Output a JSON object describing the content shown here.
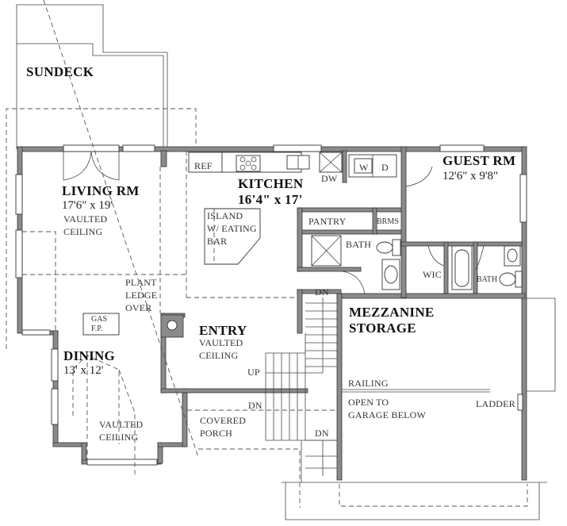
{
  "plan": {
    "rooms": {
      "sundeck": {
        "name": "SUNDECK"
      },
      "living": {
        "name": "LIVING RM",
        "size": "17'6\" x 19'",
        "note1": "VAULTED",
        "note2": "CEILING"
      },
      "kitchen": {
        "name": "KITCHEN",
        "size": "16'4\" x 17'"
      },
      "guest": {
        "name": "GUEST RM",
        "size": "12'6\" x 9'8\""
      },
      "mezzanine": {
        "name1": "MEZZANINE",
        "name2": "STORAGE"
      },
      "entry": {
        "name": "ENTRY",
        "note1": "VAULTED",
        "note2": "CEILING"
      },
      "dining": {
        "name": "DINING",
        "size": "13' x 12'",
        "note1": "VAULTED",
        "note2": "CEILING"
      },
      "porch": {
        "note1": "COVERED",
        "note2": "PORCH"
      }
    },
    "labels": {
      "ref": "REF",
      "dw": "DW",
      "washer": "W",
      "dryer": "D",
      "pantry": "PANTRY",
      "brms": "BRMS",
      "bath1": "BATH",
      "bath2": "BATH",
      "wic": "WIC",
      "island1": "ISLAND",
      "island2": "W/ EATING",
      "island3": "BAR",
      "plant1": "PLANT",
      "plant2": "LEDGE",
      "plant3": "OVER",
      "gas1": "GAS",
      "gas2": "F.P.",
      "dn1": "DN",
      "dn2": "DN",
      "dn3": "DN",
      "up": "UP",
      "railing": "RAILING",
      "open1": "OPEN TO",
      "open2": "GARAGE BELOW",
      "ladder": "LADDER"
    }
  }
}
